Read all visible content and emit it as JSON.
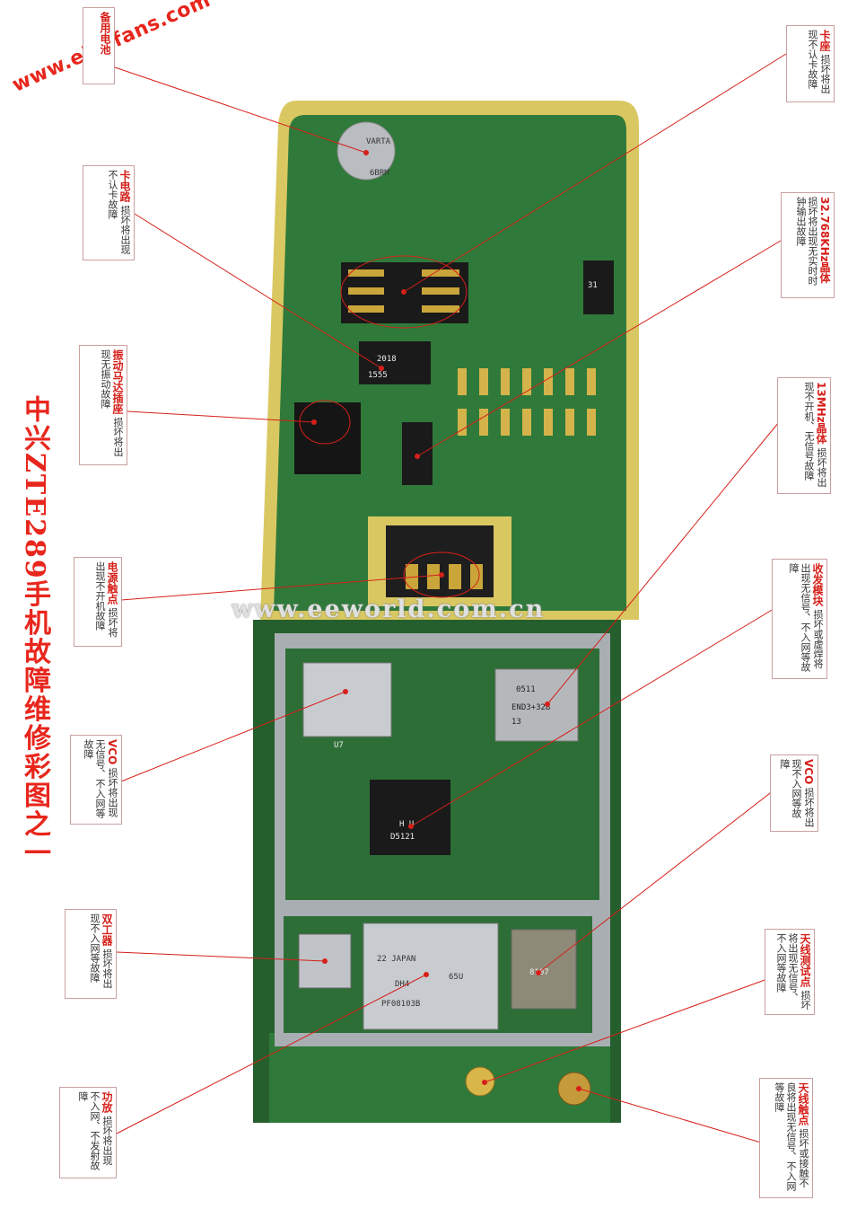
{
  "title": "中兴ZTE289手机故障维修彩图之一",
  "watermarks": [
    "www.elecfans.com",
    "www.eeworld.com.cn"
  ],
  "chip_markings": [
    "VARTA",
    "6BRM",
    "2018",
    "1555",
    "31",
    "0511",
    "END3+32B",
    "13",
    "H U",
    "D5121",
    "22 JAPAN",
    "65U",
    "DH4",
    "PF08103B",
    "U7",
    "8107"
  ],
  "callouts": [
    {
      "id": "backup-battery",
      "title": "备用电池",
      "desc": ""
    },
    {
      "id": "card-socket",
      "title": "卡座",
      "desc": "损坏将出现不认卡故障"
    },
    {
      "id": "card-circuit",
      "title": "卡电路",
      "desc": "损坏将出现不认卡故障"
    },
    {
      "id": "crystal-32k",
      "title": "32.768KHz晶体",
      "desc": "损坏将出现无实时时钟输出故障"
    },
    {
      "id": "vibra-socket",
      "title": "振动马达插座",
      "desc": "损坏将出现无振动故障"
    },
    {
      "id": "crystal-13m",
      "title": "13MHz晶体",
      "desc": "损坏将出现不开机、无信号故障"
    },
    {
      "id": "power-contacts",
      "title": "电源触点",
      "desc": "损坏将出现不开机故障"
    },
    {
      "id": "trx-module",
      "title": "收发模块",
      "desc": "损坏或虚焊将出现无信号、不入网等故障"
    },
    {
      "id": "vco-left",
      "title": "VCO",
      "desc": "损坏将出现无信号、不入网等故障"
    },
    {
      "id": "vco-right",
      "title": "VCO",
      "desc": "损坏将出现不入网等故障"
    },
    {
      "id": "duplexer",
      "title": "双工器",
      "desc": "损坏将出现不入网等故障"
    },
    {
      "id": "antenna-test",
      "title": "天线测试点",
      "desc": "损坏将出现无信号、不入网等故障"
    },
    {
      "id": "pa",
      "title": "功放",
      "desc": "损坏将出现不入网、不发射故障"
    },
    {
      "id": "antenna-contact",
      "title": "天线触点",
      "desc": "损坏或接触不良将出现无信号、不入网等故障"
    }
  ],
  "colors": {
    "accent": "#d6201a",
    "board": "#2f7a3a",
    "gold": "#c9a53a",
    "shield": "#b8bcc0"
  }
}
